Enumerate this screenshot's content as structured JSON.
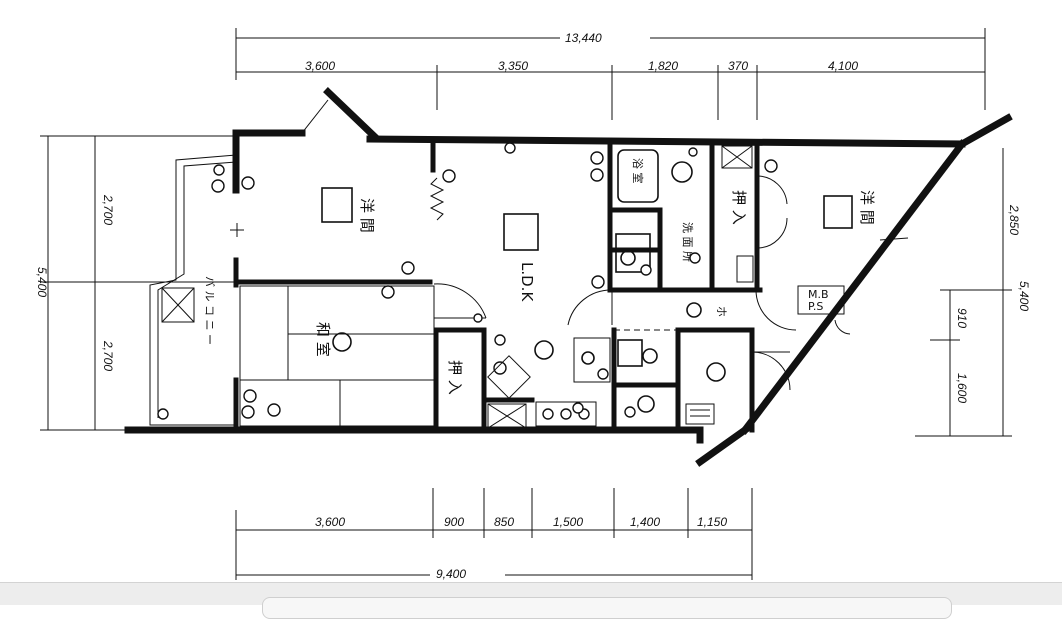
{
  "dimensions": {
    "top_total": "13,440",
    "top_segments": [
      "3,600",
      "3,350",
      "1,820",
      "370",
      "4,100"
    ],
    "bottom_total": "9,400",
    "bottom_segments": [
      "3,600",
      "900",
      "850",
      "1,500",
      "1,400",
      "1,150"
    ],
    "left_total": "5,400",
    "left_segments": [
      "2,700",
      "2,700"
    ],
    "right_total": "5,400",
    "right_segments": [
      "2,850",
      "910",
      "1,600"
    ]
  },
  "rooms": {
    "western_left": "洋 間",
    "western_right": "洋 間",
    "ldk": "L.D.K",
    "japanese": "和 室",
    "closet_left": "押 入",
    "closet_right": "押 入",
    "bath": "浴 室",
    "washroom": "洗 面 所",
    "balcony": "バ ル コ ニ ー",
    "ps": "P.S",
    "mb": "M.B",
    "hall": "ホ"
  }
}
